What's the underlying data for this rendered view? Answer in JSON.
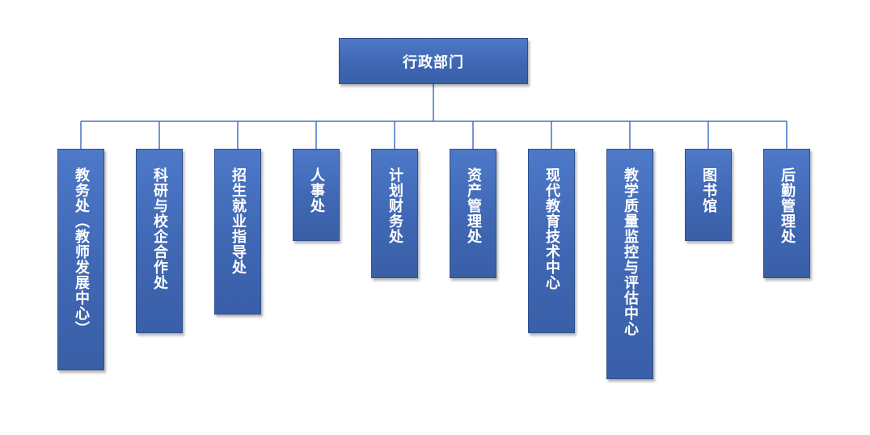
{
  "root": {
    "label": "行政部门"
  },
  "departments": [
    {
      "label": "教务处（教师发展中心）"
    },
    {
      "label": "科研与校企合作处"
    },
    {
      "label": "招生就业指导处"
    },
    {
      "label": "人事处"
    },
    {
      "label": "计划财务处"
    },
    {
      "label": "资产管理处"
    },
    {
      "label": "现代教育技术中心"
    },
    {
      "label": "教学质量监控与评估中心"
    },
    {
      "label": "图书馆"
    },
    {
      "label": "后勤管理处"
    }
  ],
  "colors": {
    "box_fill": "#4472c4",
    "box_border": "#2f4f8f",
    "connector": "#4472c4",
    "text": "#ffffff"
  }
}
